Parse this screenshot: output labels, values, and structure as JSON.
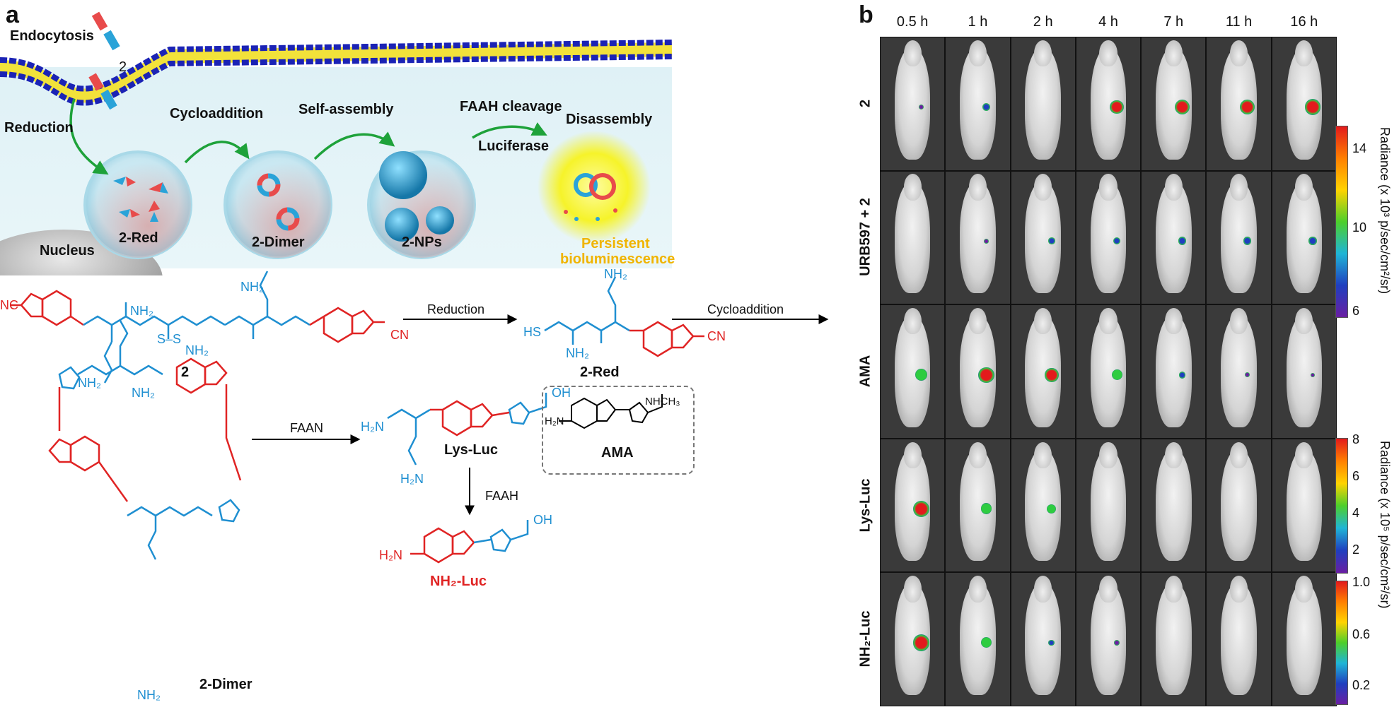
{
  "panel_a": {
    "letter": "a",
    "labels": {
      "endocytosis": "Endocytosis",
      "probe_num": "2",
      "reduction": "Reduction",
      "cycloaddition": "Cycloaddition",
      "self_assembly": "Self-assembly",
      "faah_cleavage": "FAAH cleavage",
      "luciferase": "Luciferase",
      "disassembly": "Disassembly",
      "two_red": "2-Red",
      "two_dimer": "2-Dimer",
      "two_nps": "2-NPs",
      "nucleus": "Nucleus",
      "persistent_1": "Persistent",
      "persistent_2": "bioluminescence"
    },
    "scheme": {
      "nc_left": "NC",
      "cn_right": "CN",
      "nh2": "NH₂",
      "h": "H",
      "n": "N",
      "o": "O",
      "s": "S",
      "ss": "S–S",
      "hs": "HS",
      "oh": "OH",
      "h2n": "H₂N",
      "nhch3": "NHCH₃",
      "compound_2": "2",
      "compound_2red": "2-Red",
      "compound_dimer": "2-Dimer",
      "lys_luc": "Lys-Luc",
      "nh2_luc": "NH₂-Luc",
      "ama": "AMA",
      "arrow_reduction": "Reduction",
      "arrow_cycloaddition": "Cycloaddition",
      "arrow_faan": "FAAN",
      "arrow_faah": "FAAH"
    }
  },
  "panel_b": {
    "letter": "b",
    "time_points": [
      "0.5 h",
      "1 h",
      "2 h",
      "4 h",
      "7 h",
      "11 h",
      "16 h"
    ],
    "rows": [
      "2",
      "URB597 + 2",
      "AMA",
      "Lys-Luc",
      "NH₂-Luc"
    ],
    "colorbars": [
      {
        "title": "Radiance (x 10³ p/sec/cm²/sr)",
        "ticks": [
          "14",
          "10",
          "6"
        ]
      },
      {
        "title": "Radiance (x 10⁵ p/sec/cm²/sr)",
        "ticks": [
          "8",
          "6",
          "4",
          "2"
        ]
      },
      {
        "title": "",
        "ticks": [
          "1.0",
          "0.6",
          "0.2"
        ]
      }
    ],
    "signal_levels": [
      [
        0.05,
        0.3,
        0.0,
        0.75,
        0.85,
        0.85,
        0.9
      ],
      [
        0.0,
        0.05,
        0.2,
        0.25,
        0.3,
        0.3,
        0.3
      ],
      [
        0.6,
        0.9,
        0.75,
        0.5,
        0.2,
        0.05,
        0.02
      ],
      [
        0.95,
        0.55,
        0.4,
        0.0,
        0.0,
        0.0,
        0.0
      ],
      [
        0.95,
        0.5,
        0.15,
        0.1,
        0.0,
        0.0,
        0.0
      ]
    ],
    "colors": {
      "high": "#e31a1c",
      "mid": "#2ecc40",
      "low": "#1f3fbf",
      "lowest": "#6a1fa3"
    }
  }
}
